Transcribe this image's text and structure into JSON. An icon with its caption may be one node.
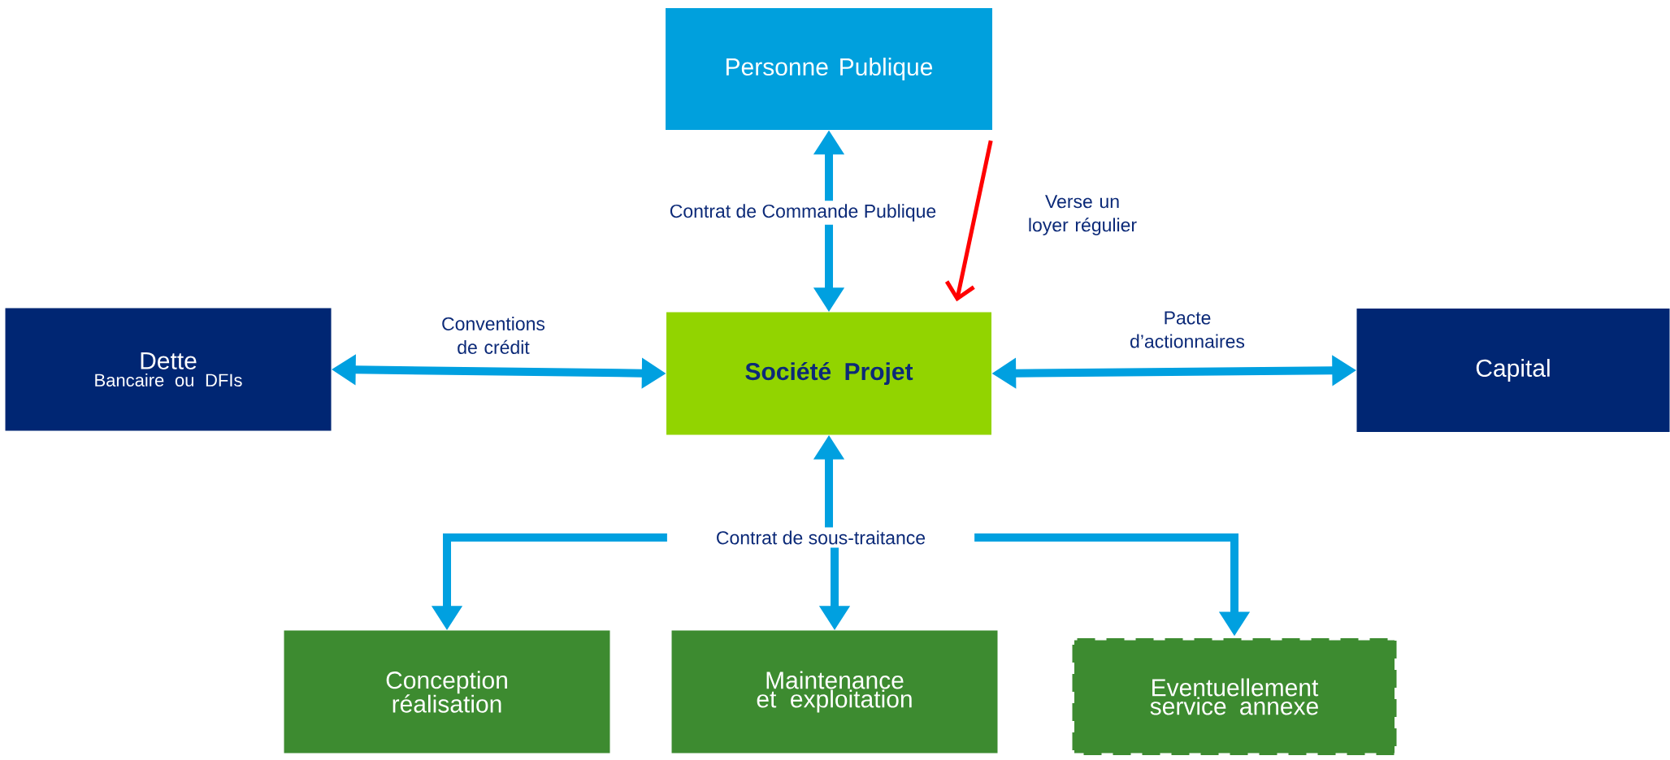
{
  "diagram": {
    "nodes": [
      {
        "text": [
          "Personne Publique"
        ]
      },
      {
        "text": [
          "Dette",
          "Bancaire ou DFIs"
        ]
      },
      {
        "text": [
          "**Société Projet**"
        ]
      },
      {
        "text": [
          "Capital"
        ]
      },
      {
        "text": [
          "Conception réalisation"
        ]
      },
      {
        "text": [
          "Maintenance et exploitation"
        ]
      },
      {
        "text": [
          "Eventuellement service annexe"
        ]
      }
    ],
    "edges": [
      {
        "from": 0,
        "to": 2,
        "arrow": "both",
        "label": "Contrat de Commande Publique"
      },
      {
        "from": 0,
        "to": 2,
        "arrow": "to",
        "color": "#ff0000",
        "label": "Verse un loyer régulier"
      },
      {
        "from": 1,
        "to": 2,
        "arrow": "both",
        "label": "Conventions de crédit"
      },
      {
        "from": 2,
        "to": 3,
        "arrow": "both",
        "label": "Pacte d’actionnaires"
      },
      {
        "from": 2,
        "to": 4,
        "arrow": "both"
      },
      {
        "from": 2,
        "to": 5,
        "arrow": "both",
        "label": "Contrat de sous-traitance"
      },
      {
        "from": 2,
        "to": 6,
        "arrow": "both"
      }
    ]
  }
}
